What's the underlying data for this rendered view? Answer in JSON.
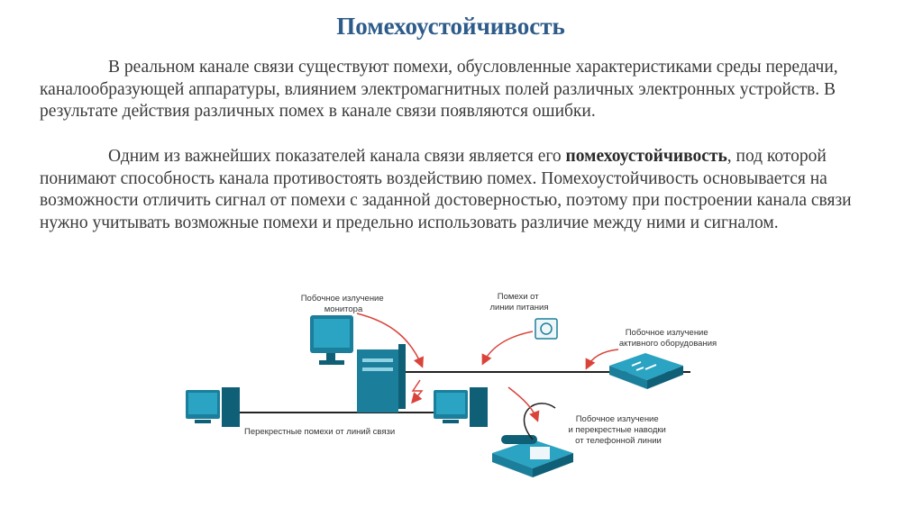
{
  "title": "Помехоустойчивость",
  "para1": {
    "text": "В реальном канале связи существуют помехи, обусловленные характеристиками среды передачи, каналообразующей аппаратуры, влиянием электромагнитных полей различных электронных устройств. В результате действия различных помех в канале связи появляются ошибки."
  },
  "para2": {
    "before": "Одним из важнейших показателей канала связи является его ",
    "term": "помехоустойчивость",
    "after": ", под которой понимают способность канала противостоять воздействию помех. Помехоустойчивость основывается на возможности отличить сигнал от помехи с заданной достоверностью, поэтому при построении канала связи нужно учитывать возможные помехи и предельно использовать различие между ними и сигналом."
  },
  "diagram": {
    "monitor_label": [
      "Побочное излучение",
      "монитора"
    ],
    "power_label": [
      "Помехи от",
      "линии питания"
    ],
    "active_label": [
      "Побочное излучение",
      "активного оборудования"
    ],
    "crosstalk_label": "Перекрестные помехи от линий связи",
    "phone_label": [
      "Побочное излучение",
      "и перекрестные наводки",
      "от телефонной линии"
    ]
  },
  "colors": {
    "title": "#2e5c8a",
    "device": "#1b7e9a",
    "device_dark": "#0f5f77",
    "arrow": "#d9433a"
  }
}
